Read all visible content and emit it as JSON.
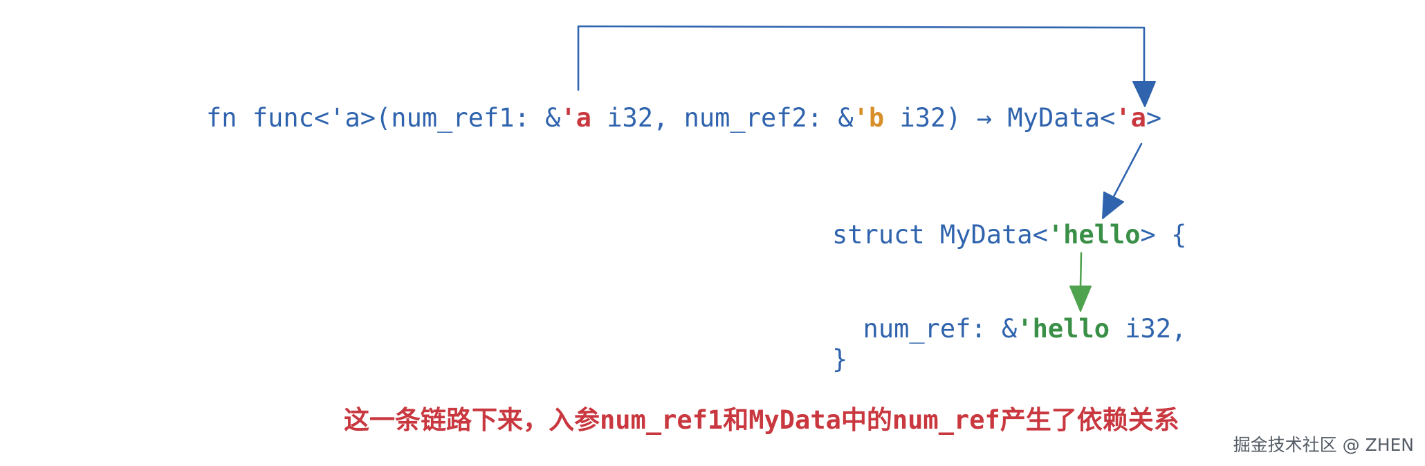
{
  "function_signature": {
    "prefix": "fn func<'a>(num_ref1: &",
    "lt_a_1": "'a",
    "mid1": " i32, num_ref2: &",
    "lt_b": "'b",
    "mid2": " i32) → MyData<",
    "lt_a_2": "'a",
    "suffix": ">"
  },
  "struct_def": {
    "line1_prefix": "struct MyData<",
    "line1_lifetime": "'hello",
    "line1_suffix": "> {",
    "line2_prefix": "  num_ref: &",
    "line2_lifetime": "'hello",
    "line2_suffix": " i32,",
    "line3": "}"
  },
  "caption": {
    "part1": "这一条链路下来，入参",
    "part2": "num_ref1",
    "part3": "和",
    "part4": "MyData",
    "part5": "中的",
    "part6": "num_ref",
    "part7": "产生了依赖关系"
  },
  "watermark": "掘金技术社区 @ ZHEN",
  "colors": {
    "code_blue": "#2f63ad",
    "lifetime_a_red": "#c9373f",
    "lifetime_b_orange": "#d88f2a",
    "lifetime_hello_green": "#3a8f47",
    "arrow_blue": "#2f63ad",
    "arrow_green": "#4fa34f"
  }
}
